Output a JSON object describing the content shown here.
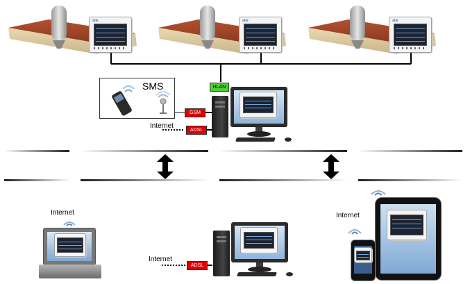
{
  "sms_label": "SMS",
  "hlan_label": "HLAN",
  "gsm_label": "GSM",
  "adsl_label_top": "ADSL",
  "adsl_label_bottom": "ADSL",
  "internet_top": "Internet",
  "internet_laptop": "Internet",
  "internet_bottom_pc": "Internet",
  "internet_mobile": "Internet",
  "panel_logo": "stie",
  "colors": {
    "gsm": "#e00000",
    "adsl": "#e00000",
    "hlan": "#4cd033",
    "network_line": "#000000"
  }
}
